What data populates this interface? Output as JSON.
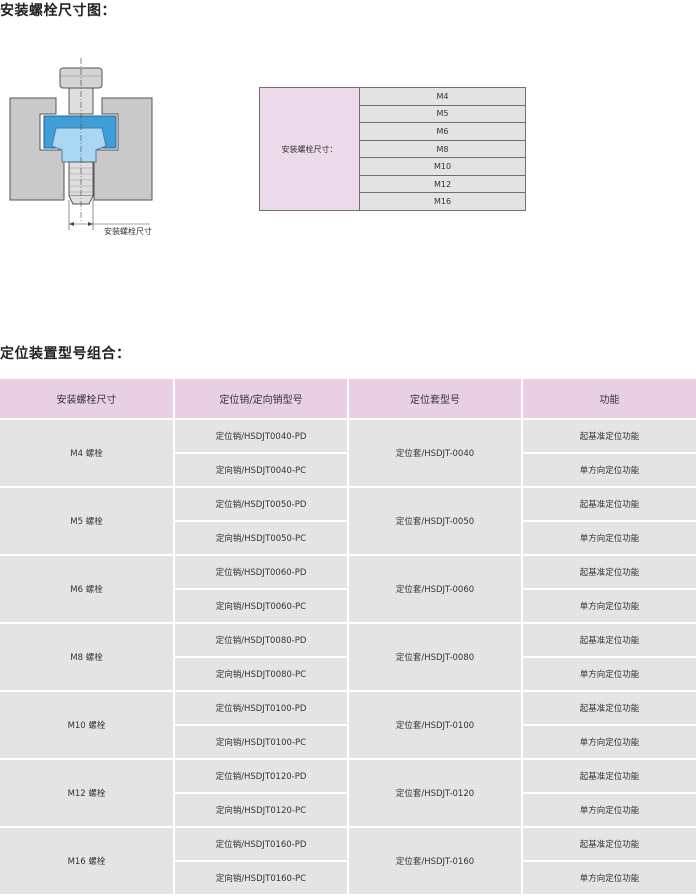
{
  "section1": {
    "title": "安装螺栓尺寸图："
  },
  "drawing": {
    "dimension_label": "安装螺栓尺寸"
  },
  "size_table": {
    "label": "安装螺栓尺寸：",
    "sizes": [
      "M4",
      "M5",
      "M6",
      "M8",
      "M10",
      "M12",
      "M16"
    ]
  },
  "section2": {
    "title": "定位装置型号组合："
  },
  "combo_table": {
    "headers": [
      "安装螺栓尺寸",
      "定位销/定向销型号",
      "定位套型号",
      "功能"
    ],
    "groups": [
      {
        "bolt": "M4 螺栓",
        "pins": [
          "定位销/HSDJT0040-PD",
          "定向销/HSDJT0040-PC"
        ],
        "sleeve": "定位套/HSDJT-0040",
        "functions": [
          "起基准定位功能",
          "单方向定位功能"
        ]
      },
      {
        "bolt": "M5 螺栓",
        "pins": [
          "定位销/HSDJT0050-PD",
          "定向销/HSDJT0050-PC"
        ],
        "sleeve": "定位套/HSDJT-0050",
        "functions": [
          "起基准定位功能",
          "单方向定位功能"
        ]
      },
      {
        "bolt": "M6 螺栓",
        "pins": [
          "定位销/HSDJT0060-PD",
          "定向销/HSDJT0060-PC"
        ],
        "sleeve": "定位套/HSDJT-0060",
        "functions": [
          "起基准定位功能",
          "单方向定位功能"
        ]
      },
      {
        "bolt": "M8 螺栓",
        "pins": [
          "定位销/HSDJT0080-PD",
          "定向销/HSDJT0080-PC"
        ],
        "sleeve": "定位套/HSDJT-0080",
        "functions": [
          "起基准定位功能",
          "单方向定位功能"
        ]
      },
      {
        "bolt": "M10 螺栓",
        "pins": [
          "定位销/HSDJT0100-PD",
          "定向销/HSDJT0100-PC"
        ],
        "sleeve": "定位套/HSDJT-0100",
        "functions": [
          "起基准定位功能",
          "单方向定位功能"
        ]
      },
      {
        "bolt": "M12 螺栓",
        "pins": [
          "定位销/HSDJT0120-PD",
          "定向销/HSDJT0120-PC"
        ],
        "sleeve": "定位套/HSDJT-0120",
        "functions": [
          "起基准定位功能",
          "单方向定位功能"
        ]
      },
      {
        "bolt": "M16 螺栓",
        "pins": [
          "定位销/HSDJT0160-PD",
          "定向销/HSDJT0160-PC"
        ],
        "sleeve": "定位套/HSDJT-0160",
        "functions": [
          "起基准定位功能",
          "单方向定位功能"
        ]
      }
    ]
  },
  "colors": {
    "header_pink": "#e8cfe4",
    "cell_gray": "#e4e4e4",
    "drawing_blue": "#3f9ed8",
    "drawing_gray": "#c9c9c9"
  }
}
